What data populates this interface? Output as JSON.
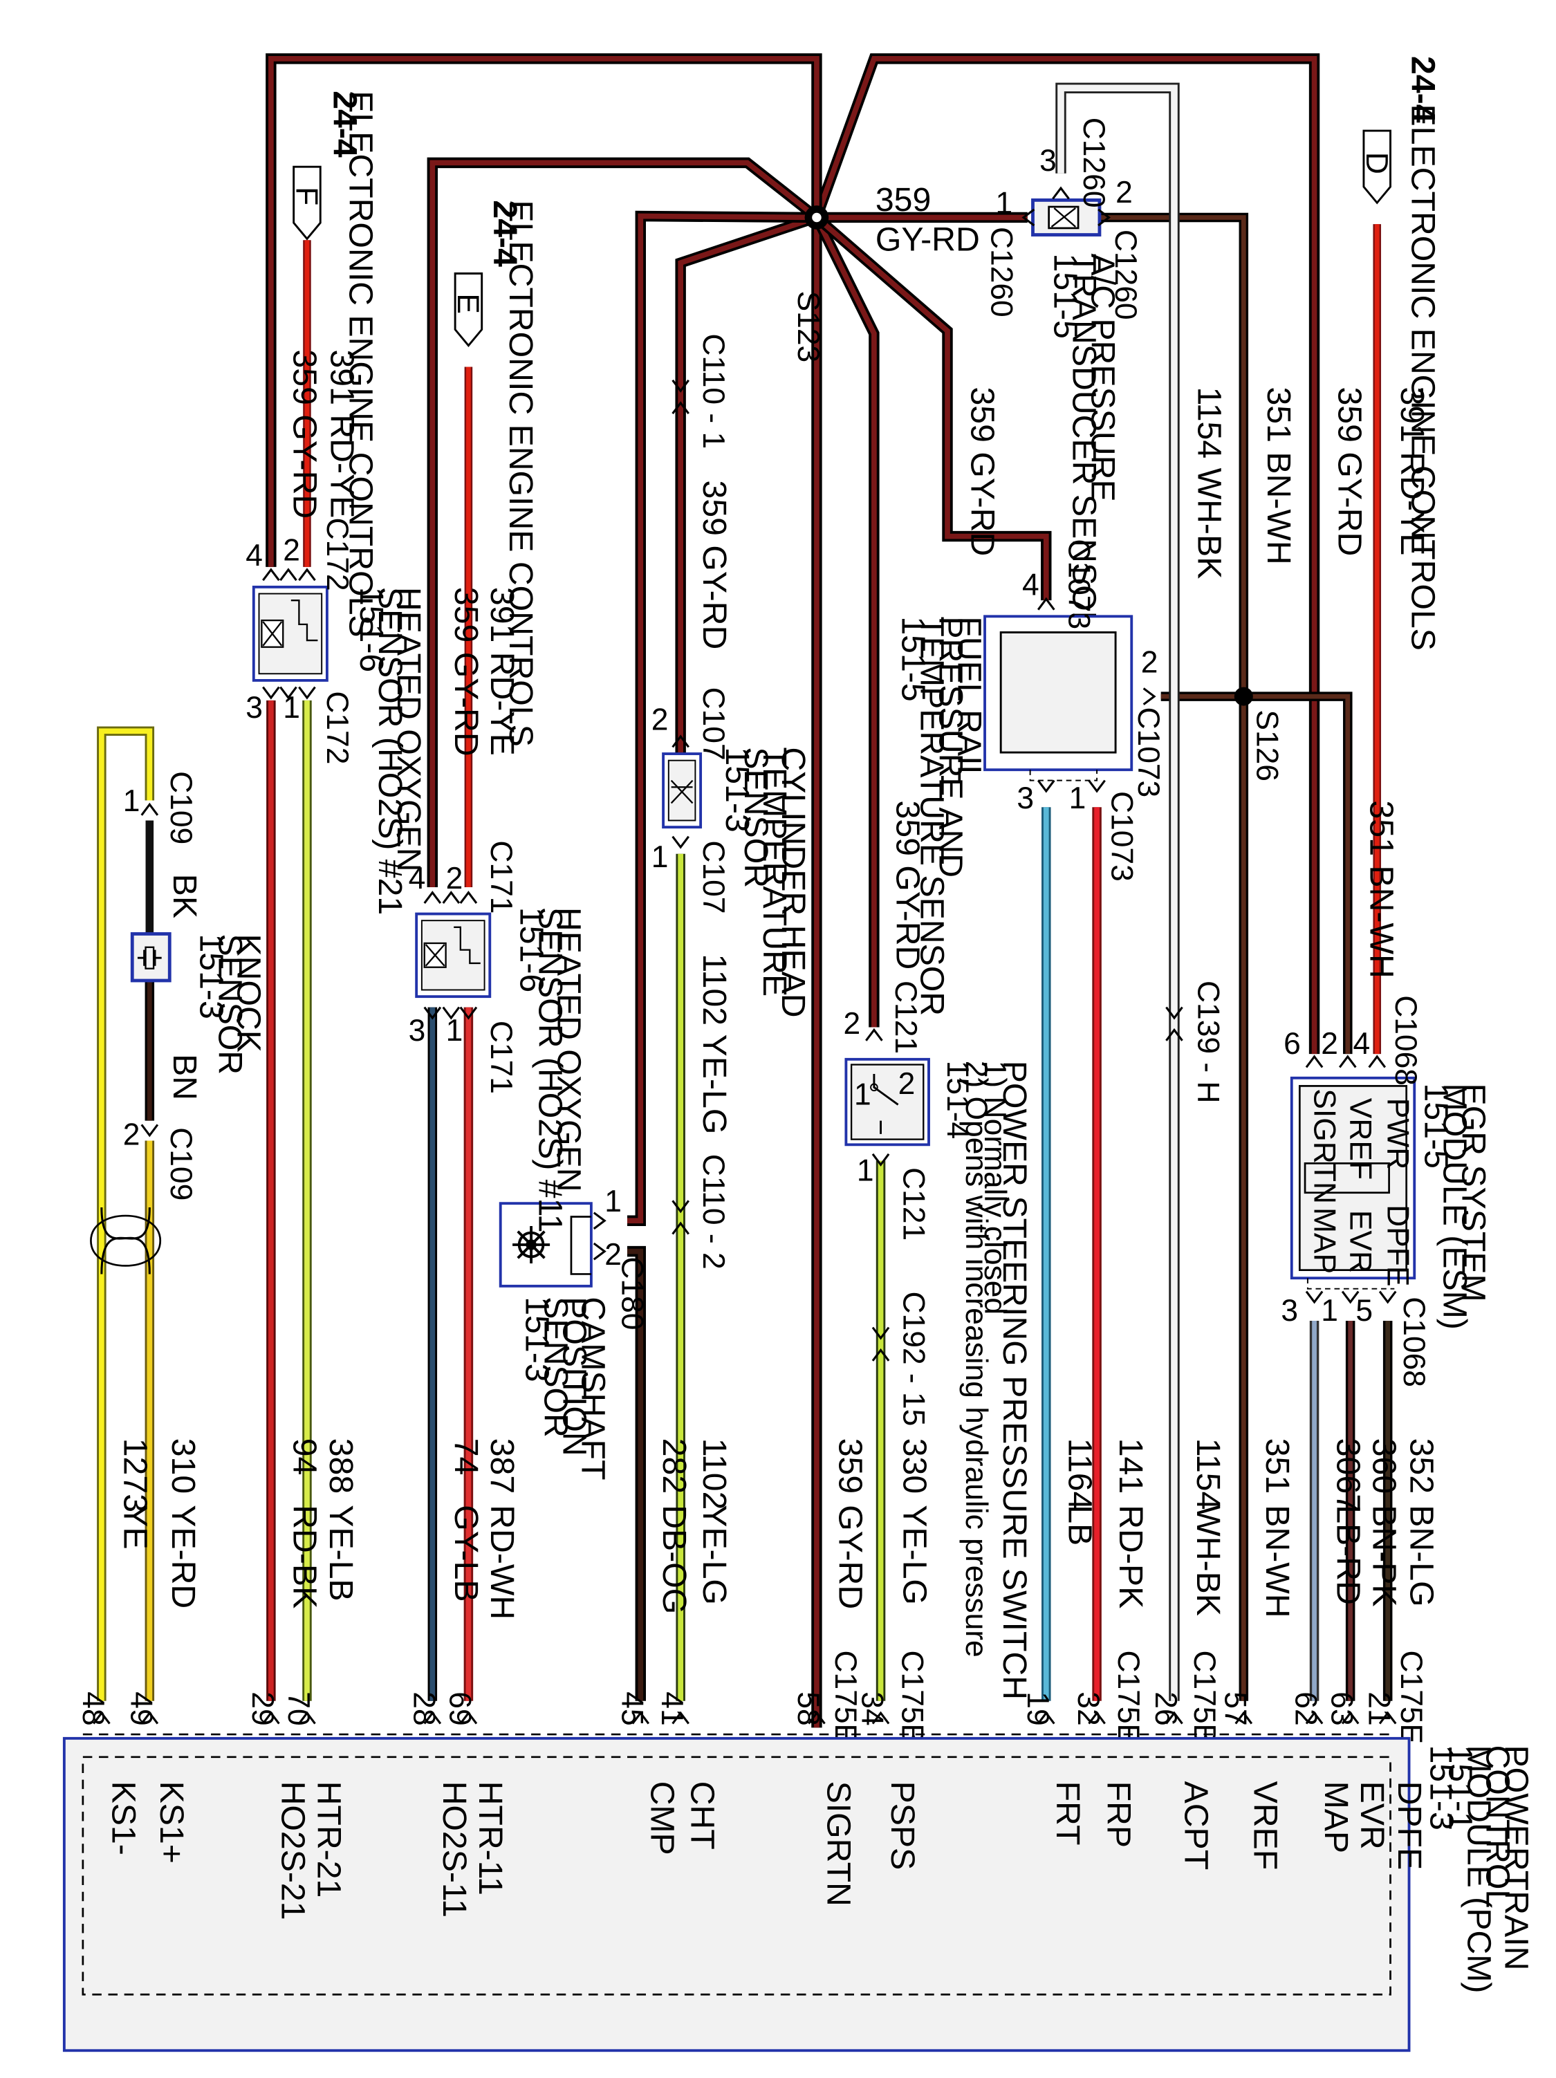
{
  "colors": {
    "GY-RD": "#6b1a1a",
    "RD-YE": "#e02010",
    "BN-WH": "#5a2a1a",
    "WH-BK": "#f4f4f4",
    "RD-PK": "#e8202a",
    "LB": "#59b8d8",
    "YE-LG": "#c8e63c",
    "DB-OG": "#2a1a10",
    "GY-LB": "#2a4d6e",
    "RD-WH": "#e03030",
    "RD-BK": "#cc2222",
    "YE-LB": "#d8ec4a",
    "YE-RD": "#f0d020",
    "YE": "#f8f020",
    "BN-LG": "#3a2a1a",
    "BN-PK": "#6a2a2a",
    "LB-RD": "#90a8c8",
    "BK": "#111111",
    "BN": "#3a1a10",
    "module_border": "#2233aa",
    "module_fill": "#f2f2f2"
  },
  "pcm": {
    "title_lines": [
      "POWERTRAIN",
      "CONTROL",
      "MODULE (PCM)",
      "151-1",
      "151-3"
    ]
  },
  "ece_refs": {
    "d": {
      "ref": "24-4",
      "letter": "D",
      "name": "ELECTRONIC ENGINE CONTROLS"
    },
    "f": {
      "ref": "24-4",
      "letter": "F",
      "name": "ELECTRONIC ENGINE CONTROLS"
    },
    "e": {
      "ref": "24-4",
      "letter": "E",
      "name": "ELECTRONIC ENGINE CONTROLS"
    }
  },
  "splices": {
    "s123": "S123",
    "s126": "S126"
  },
  "connectors": {
    "c1260": "C1260",
    "c1073": "C1073",
    "c1068": "C1068",
    "c139h": "C139 - H",
    "c172": "C172",
    "c171": "C171",
    "c110_1": "C110 - 1",
    "c110_2": "C110 - 2",
    "c107": "C107",
    "c121": "C121",
    "c192_15": "C192 - 15",
    "c109": "C109",
    "c180": "C180",
    "c175e": "C175E",
    "c175b": "C175B"
  },
  "components": {
    "ac_sensor": [
      "A/C PRESSURE",
      "TRANSDUCER SENSOR",
      "151-5"
    ],
    "frpt": [
      "FUEL RAIL",
      "PRESSURE AND",
      "TEMPERATURE SENSOR",
      "151-5"
    ],
    "esm": [
      "EGR SYSTEM",
      "MODULE (ESM)",
      "151-5"
    ],
    "esm_pins": {
      "pwr": "PWR",
      "vref": "VREF",
      "sigrtn": "SIGRTN",
      "dpfe": "DPFE",
      "evr": "EVR",
      "map": "MAP"
    },
    "psps": [
      "POWER STEERING PRESSURE SWITCH",
      "1) Normally closed",
      "2) Opens with increasing hydraulic pressure",
      "151-4"
    ],
    "cht": [
      "CYLINDER HEAD",
      "TEMPERATURE",
      "SENSOR",
      "151-3"
    ],
    "ho2s21": [
      "HEATED OXYGEN",
      "SENSOR (HO2S) #21",
      "151-6"
    ],
    "ho2s11": [
      "HEATED OXYGEN",
      "SENSOR (HO2S) #11",
      "151-6"
    ],
    "cmp": [
      "CAMSHAFT",
      "POSITION",
      "SENSOR",
      "151-3"
    ],
    "knock": [
      "KNOCK",
      "SENSOR",
      "151-3"
    ]
  },
  "top_wires": {
    "w391d": "391   RD-YE",
    "w359esm": "359   GY-RD",
    "w351": "351   BN-WH",
    "w1154": "1154   WH-BK",
    "w359frp": "359   GY-RD",
    "w359ac_num": "359",
    "w359ac_col": "GY-RD",
    "w359cht": "359   GY-RD",
    "w391f": "391   RD-YE",
    "w359f": "359   GY-RD",
    "w391e": "391   RD-YE",
    "w359e": "359   GY-RD",
    "w359psps": "359   GY-RD",
    "w351b": "351   BN-WH",
    "w1102a": "1102   YE-LG",
    "bk": "BK",
    "bn": "BN"
  },
  "pcm_pins": [
    {
      "wire": "352",
      "color": "BN-LG",
      "pin": "21",
      "signal": "DPFE"
    },
    {
      "wire": "360",
      "color": "BN-PK",
      "pin": "63",
      "signal": "EVR"
    },
    {
      "wire": "3067",
      "color": "LB-RD",
      "pin": "62",
      "signal": "MAP"
    },
    {
      "wire": "351",
      "color": "BN-WH",
      "pin": "57",
      "signal": "VREF"
    },
    {
      "wire": "1154",
      "color": "WH-BK",
      "pin": "26",
      "signal": "ACPT"
    },
    {
      "wire": "141",
      "color": "RD-PK",
      "pin": "32",
      "signal": "FRP"
    },
    {
      "wire": "1164",
      "color": "LB",
      "pin": "19",
      "signal": "FRT"
    },
    {
      "wire": "330",
      "color": "YE-LG",
      "pin": "34",
      "signal": "PSPS"
    },
    {
      "wire": "359",
      "color": "GY-RD",
      "pin": "58",
      "signal": "SIGRTN"
    },
    {
      "wire": "1102",
      "color": "YE-LG",
      "pin": "41",
      "signal": "CHT"
    },
    {
      "wire": "282",
      "color": "DB-OG",
      "pin": "45",
      "signal": "CMP"
    },
    {
      "wire": "387",
      "color": "RD-WH",
      "pin": "69",
      "signal": "HTR-11"
    },
    {
      "wire": "74",
      "color": "GY-LB",
      "pin": "28",
      "signal": "HO2S-11"
    },
    {
      "wire": "388",
      "color": "YE-LB",
      "pin": "70",
      "signal": "HTR-21"
    },
    {
      "wire": "94",
      "color": "RD-BK",
      "pin": "29",
      "signal": "HO2S-21"
    },
    {
      "wire": "310",
      "color": "YE-RD",
      "pin": "49",
      "signal": "KS1+"
    },
    {
      "wire": "1273",
      "color": "YE",
      "pin": "48",
      "signal": "KS1-"
    }
  ]
}
